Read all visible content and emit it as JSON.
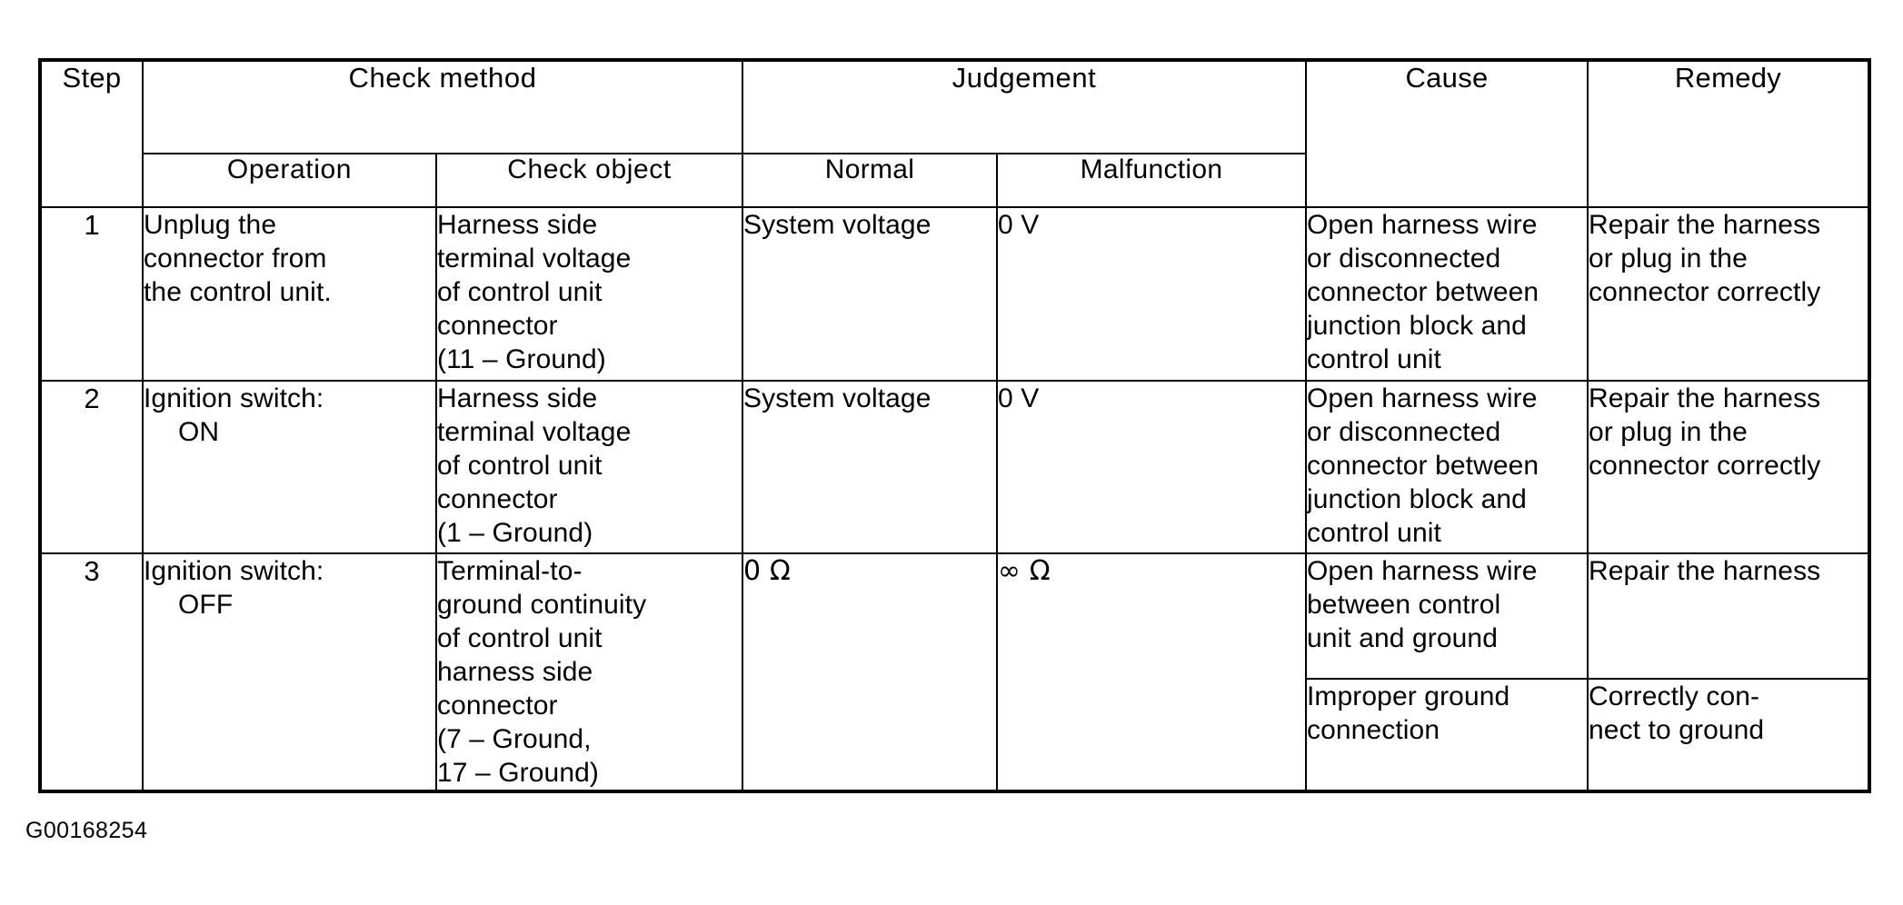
{
  "document": {
    "figure_code": "G00168254"
  },
  "table": {
    "headers": {
      "step": "Step",
      "check_method": "Check  method",
      "judgement": "Judgement",
      "cause": "Cause",
      "remedy": "Remedy",
      "operation": "Operation",
      "check_object": "Check  object",
      "normal": "Normal",
      "malfunction": "Malfunction"
    },
    "rows": [
      {
        "step": "1",
        "operation": "Unplug the\nconnector from\nthe control unit.",
        "operation_indent": "",
        "check_object": "Harness side\nterminal voltage\nof control unit\nconnector\n(11 – Ground)",
        "normal": "System voltage",
        "malfunction": "0 V",
        "cause": "Open harness wire\nor disconnected\nconnector between\njunction block and\ncontrol unit",
        "remedy": "Repair the harness\nor plug in the\nconnector correctly"
      },
      {
        "step": "2",
        "operation": "Ignition switch:",
        "operation_indent": "ON",
        "check_object": "Harness side\nterminal voltage\nof control unit\nconnector\n(1 – Ground)",
        "normal": "System voltage",
        "malfunction": "0 V",
        "cause": "Open harness wire\nor disconnected\nconnector between\njunction block and\ncontrol unit",
        "remedy": "Repair the harness\nor plug in the\nconnector correctly"
      },
      {
        "step": "3",
        "operation": "Ignition switch:",
        "operation_indent": "OFF",
        "check_object": "Terminal-to-\nground continuity\nof control unit\nharness side\nconnector\n(7 – Ground,\n17 – Ground)",
        "normal": "0 Ω",
        "malfunction": "∞ Ω",
        "cause_a": "Open harness wire\nbetween control\nunit and ground",
        "remedy_a": "Repair the harness",
        "cause_b": "Improper ground\nconnection",
        "remedy_b": "Correctly con-\nnect to ground"
      }
    ]
  }
}
